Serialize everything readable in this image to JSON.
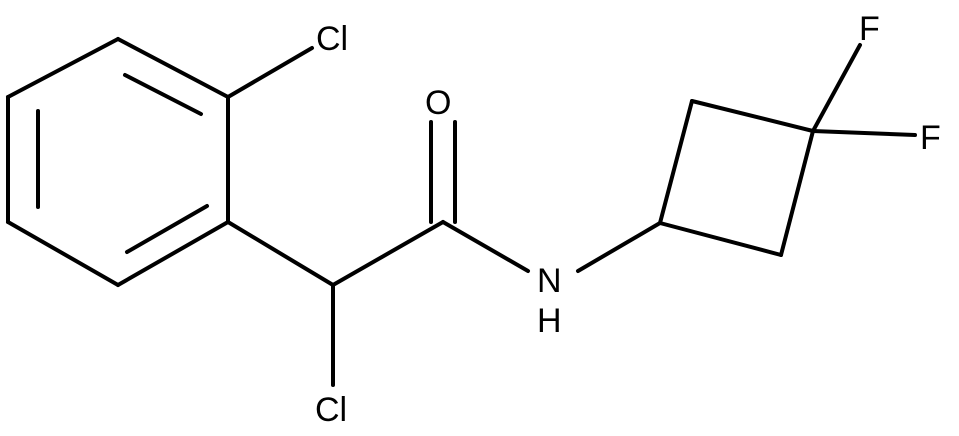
{
  "atoms": {
    "cl_ring": "Cl",
    "o_carbonyl": "O",
    "f_top": "F",
    "f_right": "F",
    "n_amide": "N",
    "h_amide": "H",
    "cl_alpha": "Cl"
  }
}
